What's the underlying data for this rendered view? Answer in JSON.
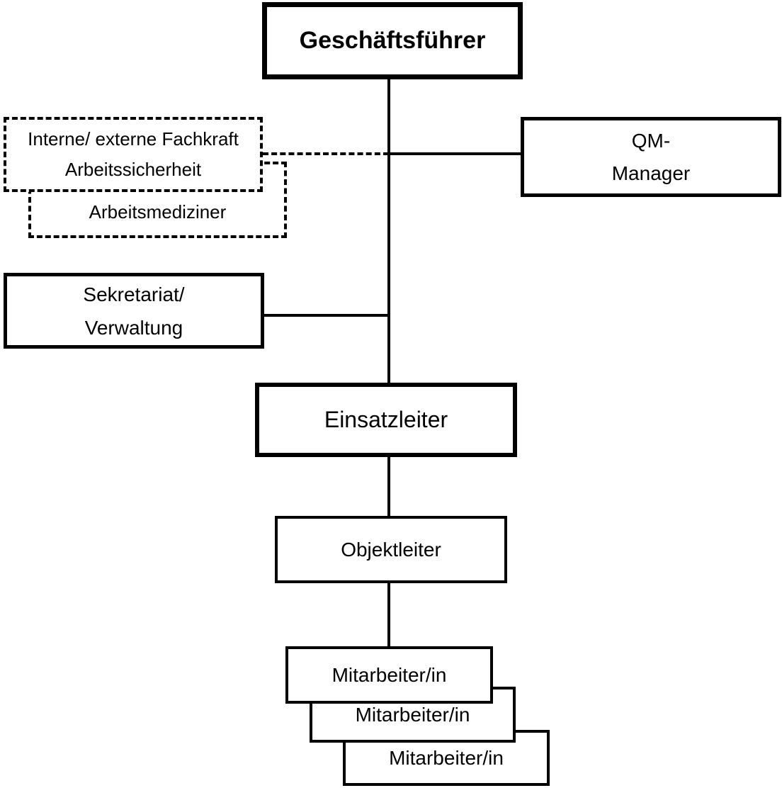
{
  "diagram": {
    "type": "org-chart",
    "colors": {
      "background": "#ffffff",
      "line": "#000000",
      "text": "#000000"
    },
    "nodes": {
      "geschaeftsfuehrer": {
        "label": "Geschäftsführer"
      },
      "fachkraft": {
        "line1": "Interne/ externe Fachkraft",
        "line2": "Arbeitssicherheit"
      },
      "arbeitsmediziner": {
        "label": "Arbeitsmediziner"
      },
      "qm_manager": {
        "line1": "QM-",
        "line2": "Manager"
      },
      "sekretariat": {
        "line1": "Sekretariat/",
        "line2": "Verwaltung"
      },
      "einsatzleiter": {
        "label": "Einsatzleiter"
      },
      "objektleiter": {
        "label": "Objektleiter"
      },
      "mitarbeiter_1": {
        "label": "Mitarbeiter/in"
      },
      "mitarbeiter_2": {
        "label": "Mitarbeiter/in"
      },
      "mitarbeiter_3": {
        "label": "Mitarbeiter/in"
      }
    }
  }
}
